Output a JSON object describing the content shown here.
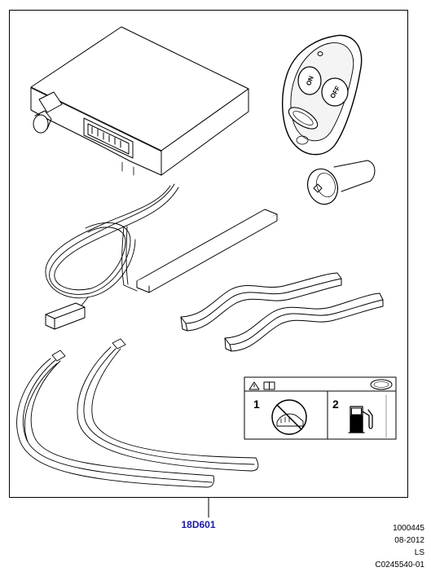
{
  "diagram": {
    "part_reference": "18D601",
    "remote": {
      "on_button": "ON",
      "off_button": "OFF"
    },
    "label_card": {
      "step_1": "1",
      "step_2": "2"
    },
    "meta": {
      "number": "1000445",
      "date": "08-2012",
      "initials": "LS",
      "code": "C0245540-01"
    }
  }
}
